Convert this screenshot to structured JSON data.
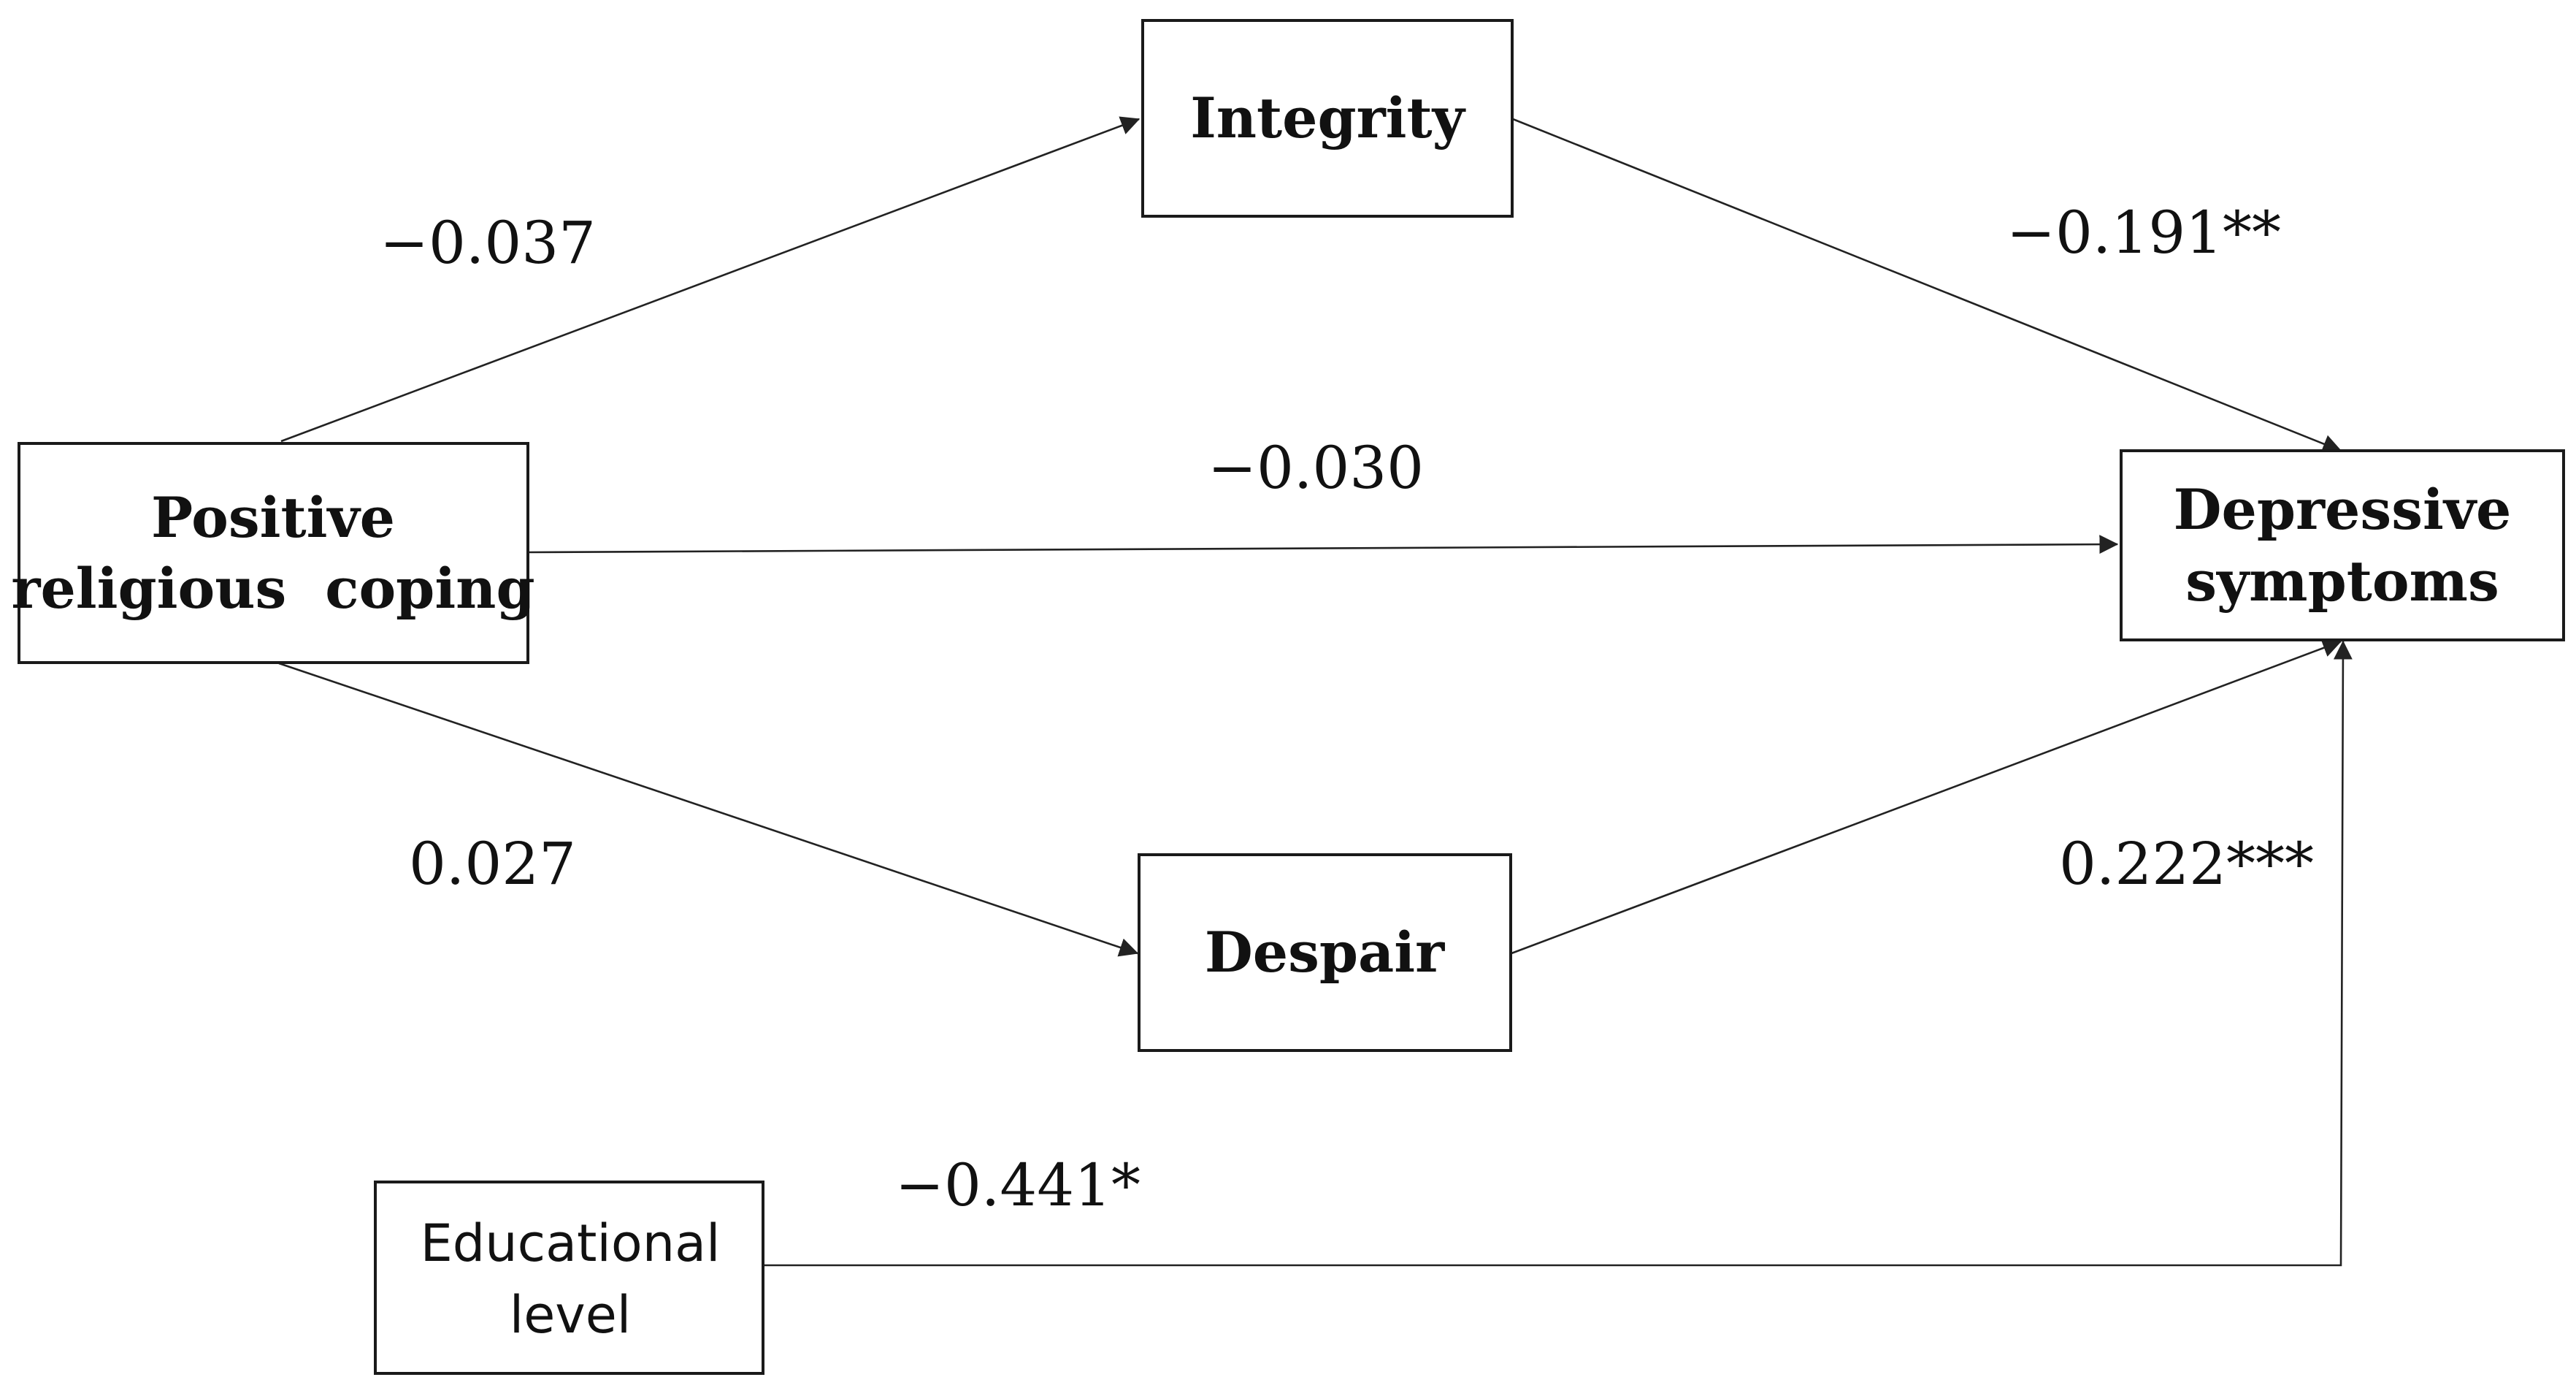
{
  "nodes": {
    "prc": {
      "line1": "Positive",
      "line2": "religious  coping"
    },
    "integrity": {
      "label": "Integrity"
    },
    "despair": {
      "label": "Despair"
    },
    "depressive": {
      "line1": "Depressive",
      "line2": "symptoms"
    },
    "education": {
      "line1": "Educational",
      "line2": "level"
    }
  },
  "edges": {
    "prc_to_integrity": "−0.037",
    "prc_to_despair": "0.027",
    "prc_to_depressive": "−0.030",
    "integrity_to_depressive": "−0.191**",
    "despair_to_depressive": "0.222***",
    "education_to_depressive": "−0.441*"
  },
  "colors": {
    "stroke": "#1a1a1a",
    "text": "#111111",
    "background": "#ffffff"
  }
}
